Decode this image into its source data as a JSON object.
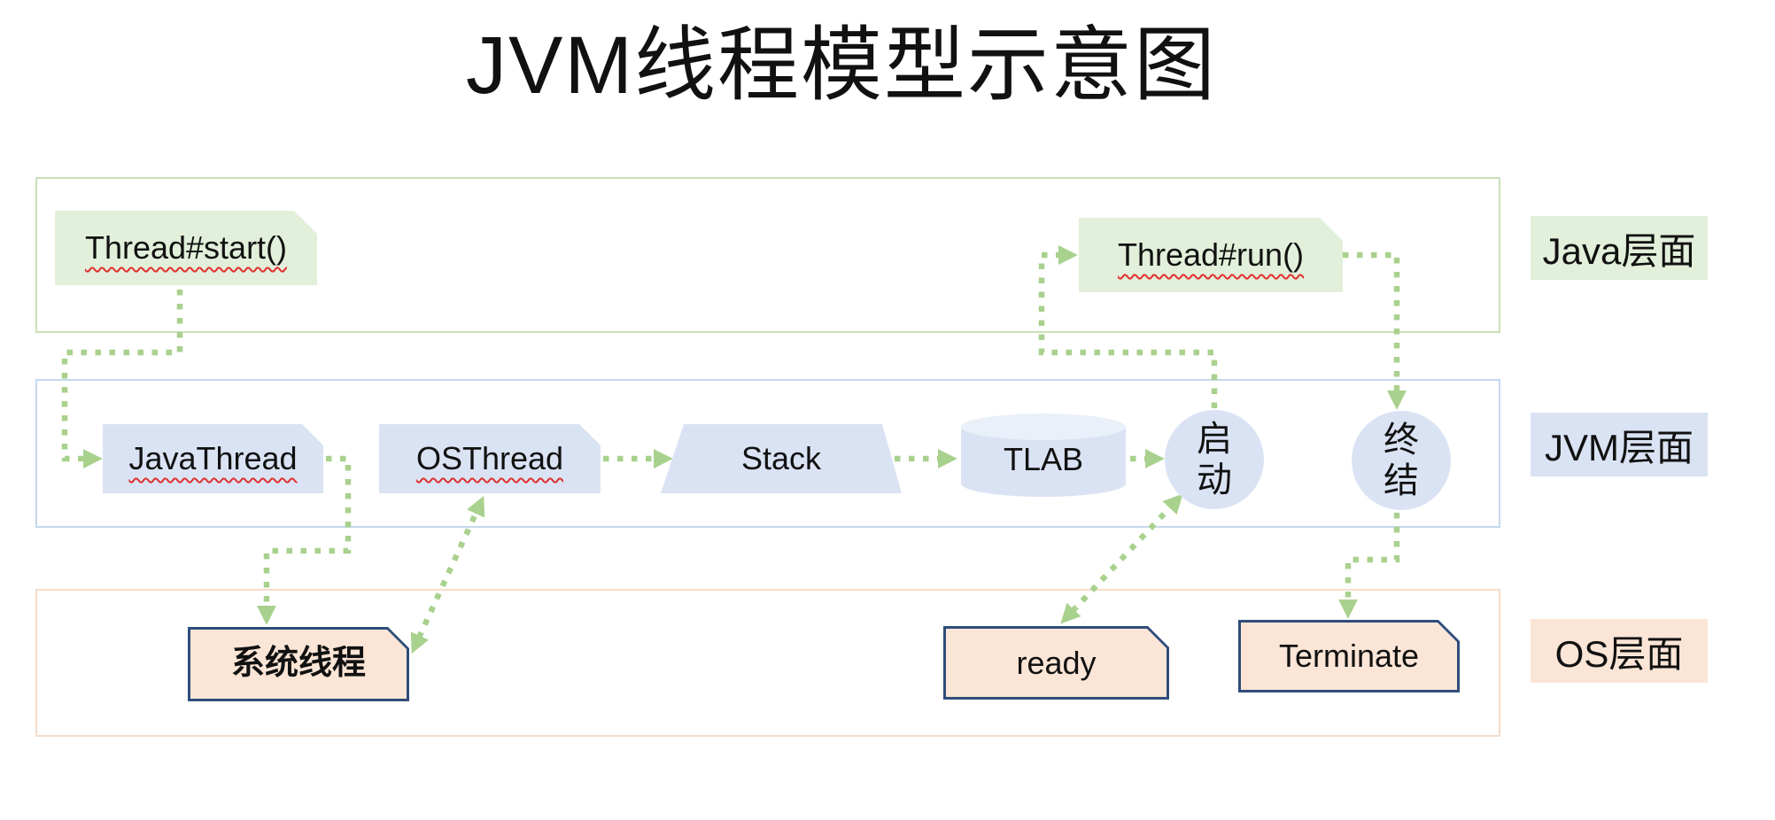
{
  "title": "JVM线程模型示意图",
  "side_labels": {
    "java": "Java层面",
    "jvm": "JVM层面",
    "os": "OS层面"
  },
  "nodes": {
    "thread_start": "Thread#start()",
    "thread_run": "Thread#run()",
    "java_thread": "JavaThread",
    "os_thread": "OSThread",
    "stack": "Stack",
    "tlab": "TLAB",
    "launch": "启\n动",
    "finalize": "终\n结",
    "system_thread": "系统线程",
    "ready": "ready",
    "terminate": "Terminate"
  },
  "connectors": [
    {
      "from": "thread_start",
      "to": "java_thread",
      "bidirectional": false
    },
    {
      "from": "java_thread",
      "to": "system_thread",
      "bidirectional": false
    },
    {
      "from": "system_thread",
      "to": "os_thread",
      "bidirectional": true
    },
    {
      "from": "os_thread",
      "to": "stack",
      "bidirectional": false
    },
    {
      "from": "stack",
      "to": "tlab",
      "bidirectional": false
    },
    {
      "from": "tlab",
      "to": "launch",
      "bidirectional": false
    },
    {
      "from": "ready",
      "to": "launch",
      "bidirectional": true
    },
    {
      "from": "launch",
      "to": "thread_run",
      "bidirectional": false
    },
    {
      "from": "thread_run",
      "to": "finalize",
      "bidirectional": false
    },
    {
      "from": "finalize",
      "to": "terminate",
      "bidirectional": false
    }
  ],
  "colors": {
    "green-fill": "#e2efda",
    "green-border": "#c9e0b8",
    "blue-fill": "#dae3f3",
    "blue-top": "#eaf0f9",
    "blue-border": "#c5d9ee",
    "peach-fill": "#fbe5d6",
    "peach-border": "#f6dcc8",
    "navy-border": "#2e4d7b",
    "arrow-green": "#a9d18e",
    "squiggle-red": "#e0302e",
    "text-black": "#111111"
  }
}
